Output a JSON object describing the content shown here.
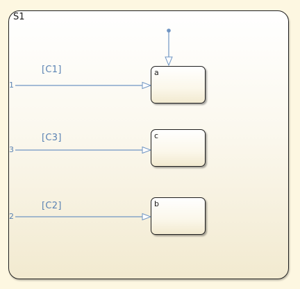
{
  "diagram": {
    "parent_state": {
      "label": "S1"
    },
    "states": [
      {
        "id": "a",
        "label": "a"
      },
      {
        "id": "c",
        "label": "c"
      },
      {
        "id": "b",
        "label": "b"
      }
    ],
    "transitions": [
      {
        "source": "1",
        "guard": "[C1]",
        "target": "a"
      },
      {
        "source": "3",
        "guard": "[C3]",
        "target": "c"
      },
      {
        "source": "2",
        "guard": "[C2]",
        "target": "b"
      }
    ],
    "default_transition_target": "a",
    "colors": {
      "transition": "#6f95c3",
      "border": "#1e1e1e",
      "background": "#fdf7e1"
    }
  }
}
